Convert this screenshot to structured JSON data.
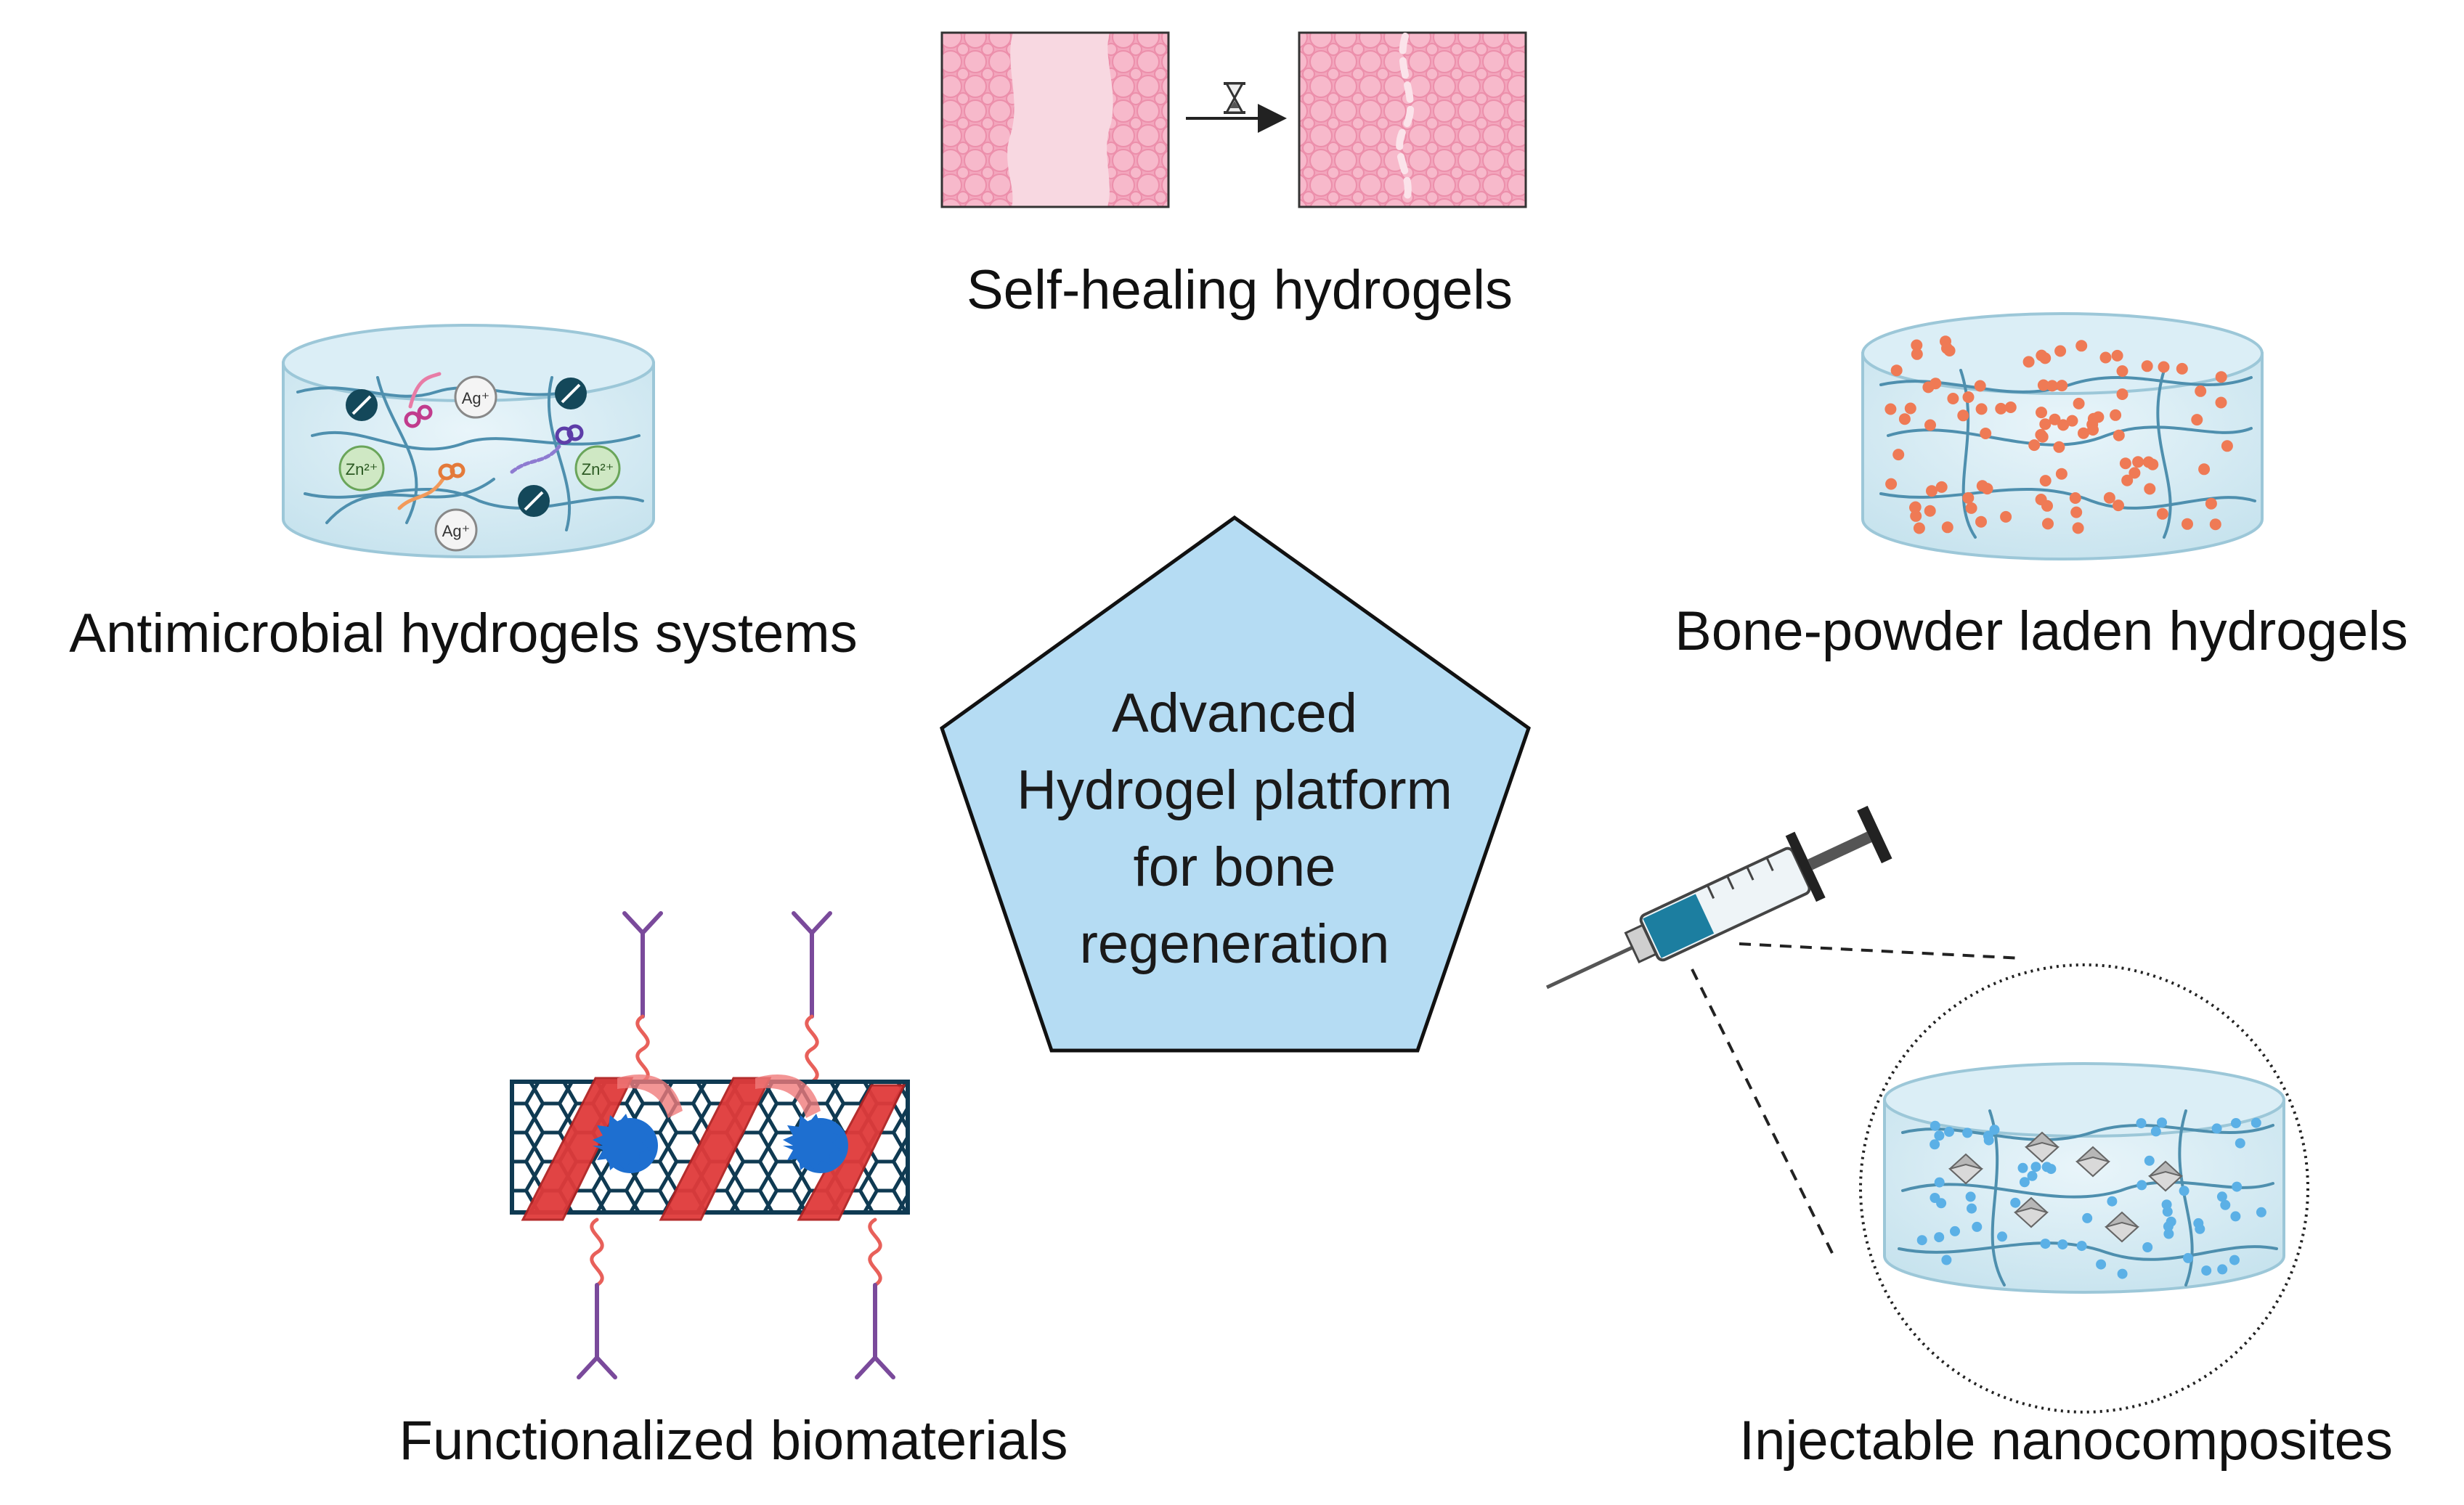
{
  "center": {
    "lines": [
      "Advanced",
      "Hydrogel platform",
      "for bone",
      "regeneration"
    ]
  },
  "modules": {
    "self_healing": "Self-healing hydrogels",
    "antimicrobial": "Antimicrobial hydrogels systems",
    "bone_powder": "Bone-powder laden hydrogels",
    "functionalized": "Functionalized biomaterials",
    "injectable": "Injectable nanocomposites"
  },
  "ions": {
    "silver": "Ag⁺",
    "zinc": "Zn²⁺"
  },
  "icons": [
    "hourglass-icon",
    "arrow-icon",
    "syringe-icon",
    "magnifier-circle"
  ],
  "colors": {
    "pentagon_fill": "#b5dcf3",
    "gel_pink": "#f3a6bd",
    "gel_light": "#f8d8e1",
    "hydrogel_body": "#d8ecf4",
    "fiber": "#4e8fae",
    "bone_particle": "#ef7a55",
    "nanotube": "#0f3a52",
    "helix_red": "#e03a3a",
    "protein_blue": "#1e6fd0",
    "antibody_purple": "#7a4a9b"
  }
}
